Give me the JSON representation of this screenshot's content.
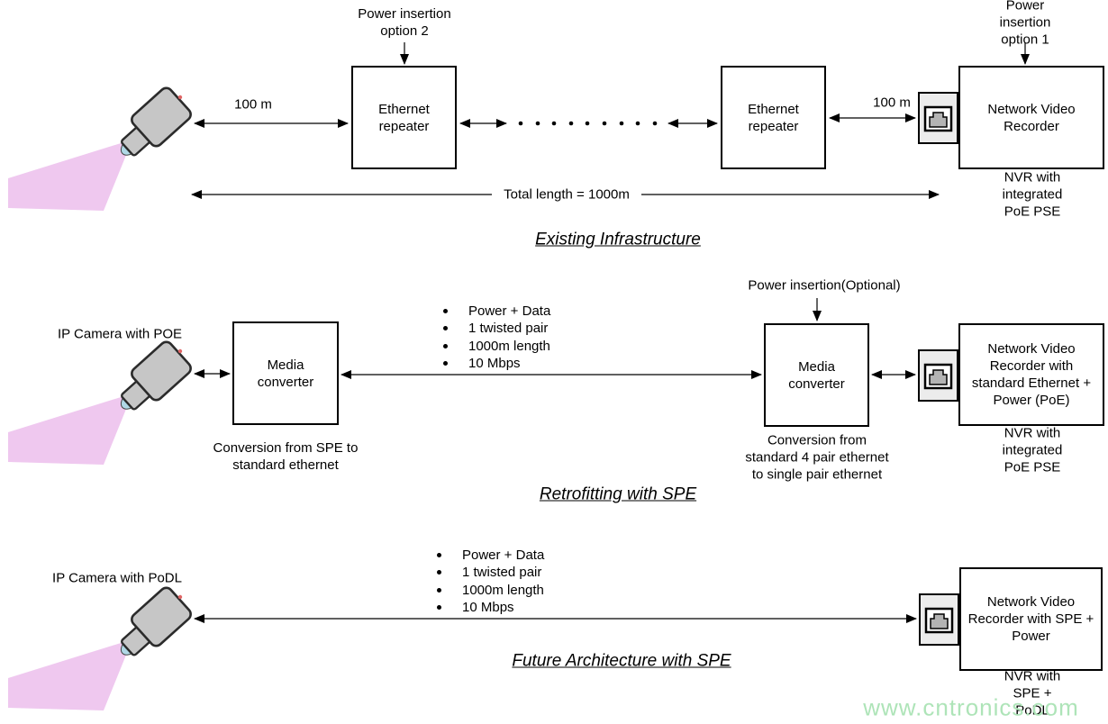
{
  "existing": {
    "title": "Existing Infrastructure",
    "power_insertion_option2": "Power insertion\noption 2",
    "power_insertion_option1": "Power insertion\noption 1",
    "distance_left": "100 m",
    "distance_right": "100 m",
    "repeater_left": "Ethernet\nrepeater",
    "repeater_right": "Ethernet\nrepeater",
    "nvr": "Network Video\nRecorder",
    "nvr_caption": "NVR with integrated\nPoE PSE",
    "total_length": "Total length = 1000m"
  },
  "retrofit": {
    "title": "Retrofitting with SPE",
    "camera_label": "IP Camera with POE",
    "converter_left": "Media\nconverter",
    "converter_left_caption": "Conversion from SPE to\nstandard ethernet",
    "bullets": [
      "Power + Data",
      "1 twisted pair",
      "1000m length",
      "10 Mbps"
    ],
    "power_insertion": "Power insertion(Optional)",
    "converter_right": "Media\nconverter",
    "converter_right_caption": "Conversion from\nstandard 4 pair ethernet\nto single pair ethernet",
    "nvr": "Network Video\nRecorder with\nstandard Ethernet +\nPower (PoE)",
    "nvr_caption": "NVR with integrated\nPoE PSE"
  },
  "future": {
    "title": "Future Architecture with SPE",
    "camera_label": "IP Camera with PoDL",
    "bullets": [
      "Power + Data",
      "1 twisted pair",
      "1000m length",
      "10 Mbps"
    ],
    "nvr": "Network Video\nRecorder with SPE +\nPower",
    "nvr_caption": "NVR with SPE +\nPoDL"
  },
  "watermark": "www.cntronics.com",
  "colors": {
    "line": "#000000",
    "camera_body": "#c6c6c6",
    "camera_cone": "#efc8ef",
    "camera_lens": "#b0d8e6",
    "port_fill": "#ececec",
    "port_jack": "#b3b3b3",
    "watermark": "#aee4b8"
  }
}
